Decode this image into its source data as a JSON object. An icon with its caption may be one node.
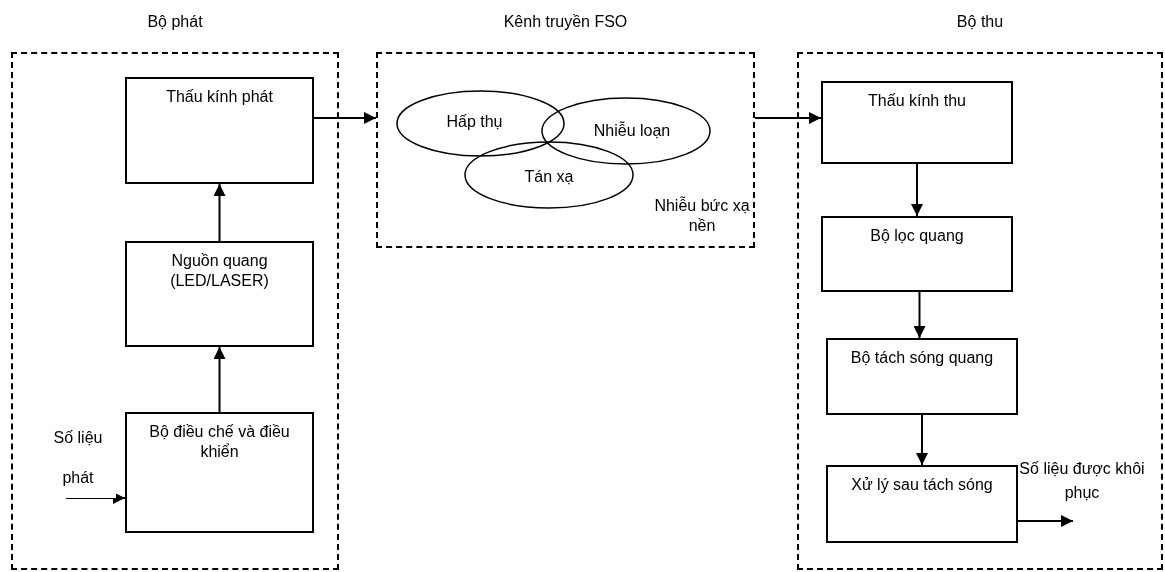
{
  "diagram": {
    "nodes": [
      {
        "text": [
          "Bộ phát"
        ]
      },
      {
        "text": [
          "Thấu kính phát"
        ],
        "in": 0
      },
      {
        "text": [
          "Nguồn quang (LED/LASER)"
        ],
        "in": 0
      },
      {
        "text": [
          "Bộ điều chế và điều khiển"
        ],
        "in": 0
      },
      {
        "text": [
          "Kênh truyền FSO"
        ]
      },
      {
        "text": [
          "Hấp thụ"
        ],
        "in": 4
      },
      {
        "text": [
          "Nhiễu loạn"
        ],
        "in": 4
      },
      {
        "text": [
          "Tán xạ"
        ],
        "in": 4
      },
      {
        "text": [
          "Bộ thu"
        ]
      },
      {
        "text": [
          "Thấu kính thu"
        ],
        "in": 8
      },
      {
        "text": [
          "Bộ lọc quang"
        ],
        "in": 8
      },
      {
        "text": [
          "Bộ tách sóng quang"
        ],
        "in": 8
      },
      {
        "text": [
          "Xử lý sau tách sóng"
        ],
        "in": 8
      }
    ],
    "edges": [
      {
        "from": null,
        "to": 3,
        "arrow": "to",
        "label": "Số liệu phát"
      },
      {
        "from": 3,
        "to": 2,
        "arrow": "to"
      },
      {
        "from": 2,
        "to": 1,
        "arrow": "to"
      },
      {
        "from": 1,
        "to": 4,
        "arrow": "to"
      },
      {
        "from": 4,
        "to": 9,
        "arrow": "to"
      },
      {
        "from": 9,
        "to": 10,
        "arrow": "to"
      },
      {
        "from": 10,
        "to": 11,
        "arrow": "to"
      },
      {
        "from": 11,
        "to": 12,
        "arrow": "to"
      },
      {
        "from": 12,
        "to": null,
        "arrow": "to",
        "label": "Số liệu được khôi phục"
      }
    ],
    "labels": [
      "Nhiễu bức xạ nền"
    ]
  }
}
